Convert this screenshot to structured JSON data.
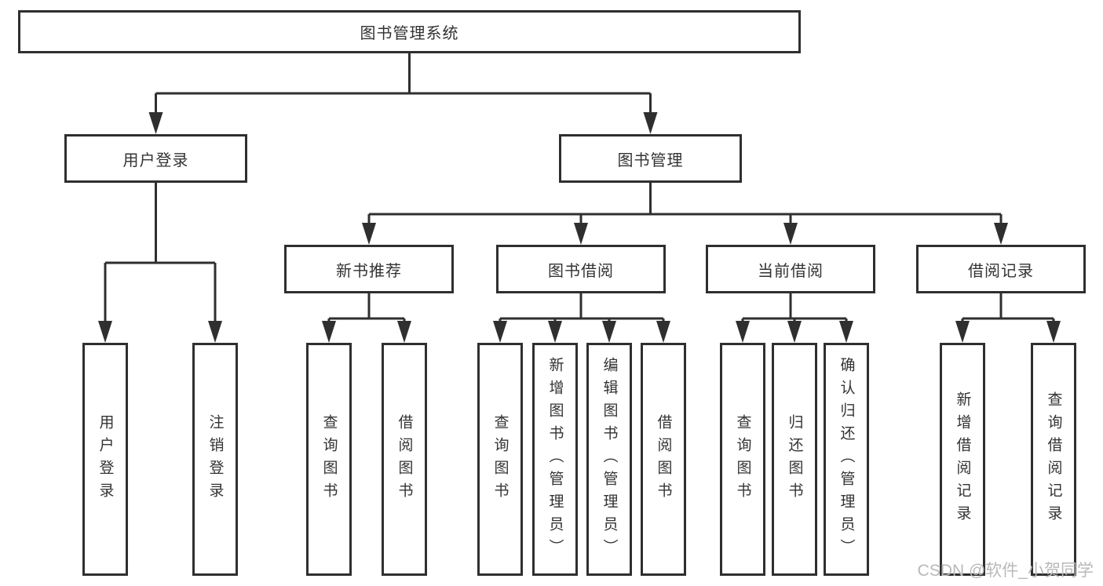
{
  "tree": {
    "root": {
      "label": "图书管理系统"
    },
    "branches": [
      {
        "label": "用户登录",
        "children": [
          {
            "label": "用户登录"
          },
          {
            "label": "注销登录"
          }
        ]
      },
      {
        "label": "图书管理",
        "children": [
          {
            "label": "新书推荐",
            "children": [
              {
                "label": "查询图书"
              },
              {
                "label": "借阅图书"
              }
            ]
          },
          {
            "label": "图书借阅",
            "children": [
              {
                "label": "查询图书"
              },
              {
                "label": "新增图书（管理员）"
              },
              {
                "label": "编辑图书（管理员）"
              },
              {
                "label": "借阅图书"
              }
            ]
          },
          {
            "label": "当前借阅",
            "children": [
              {
                "label": "查询图书"
              },
              {
                "label": "归还图书"
              },
              {
                "label": "确认归还（管理员）"
              }
            ]
          },
          {
            "label": "借阅记录",
            "children": [
              {
                "label": "新增借阅记录"
              },
              {
                "label": "查询借阅记录"
              }
            ]
          }
        ]
      }
    ]
  },
  "watermark": {
    "text": "CSDN @软件_小贺同学"
  },
  "colors": {
    "line": "#2f2f2f",
    "box_border": "#2f2f2f",
    "text": "#333333",
    "watermark": "#b9b9b9"
  }
}
